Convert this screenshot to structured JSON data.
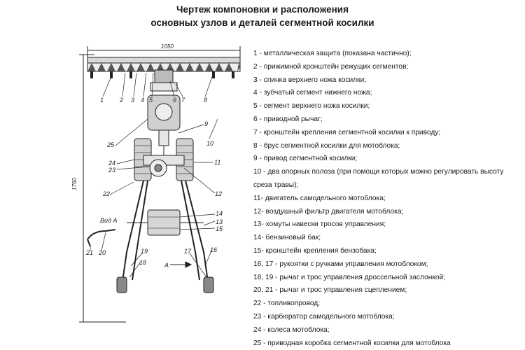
{
  "title": {
    "line1": "Чертеж компоновки и расположения",
    "line2": "основных узлов и деталей сегментной косилки"
  },
  "drawing": {
    "dim_width": "1050",
    "dim_height": "1750",
    "view_label": "Вид А",
    "arrow_label": "А",
    "callouts": [
      "1",
      "2",
      "3",
      "4",
      "5",
      "6",
      "7",
      "8",
      "9",
      "10",
      "11",
      "12",
      "13",
      "14",
      "15",
      "16",
      "17",
      "18",
      "19",
      "20",
      "21",
      "22",
      "23",
      "24",
      "25"
    ]
  },
  "legend": [
    "1 - металлическая защита (показана частично);",
    "2 - прижимной кронштейн режущих сегментов;",
    "3 - спинка верхнего ножа косилки;",
    "4 - зубчатый сегмент нижнего ножа;",
    "5 - сегмент верхнего ножа косилки;",
    "6 - приводной рычаг;",
    "7 - кронштейн крепления сегментной косилки к приводу;",
    "8 - брус сегментной косилки для мотоблока;",
    "9 - привод сегментной косилки;",
    "10 - два опорных полоза (при помощи которых можно регулировать высоту среза травы);",
    "11- двигатель самодельного мотоблока;",
    "12- воздушный фильтр двигателя мотоблока;",
    "13- хомуты навески тросов управления;",
    "14- бензиновый бак;",
    "15- кронштейн крепления бензобака;",
    "16, 17 - рукоятки с ручками управления мотоблоком;",
    "18, 19 - рычаг и трос управления дроссельной заслонкой;",
    "20, 21 - рычаг и трос управления сцеплением;",
    "22 - топливопровод;",
    "23 - карбюратор самодельного мотоблока;",
    "24 - колеса мотоблока;",
    "25 - приводная коробка сегментной косилки для мотоблока"
  ]
}
